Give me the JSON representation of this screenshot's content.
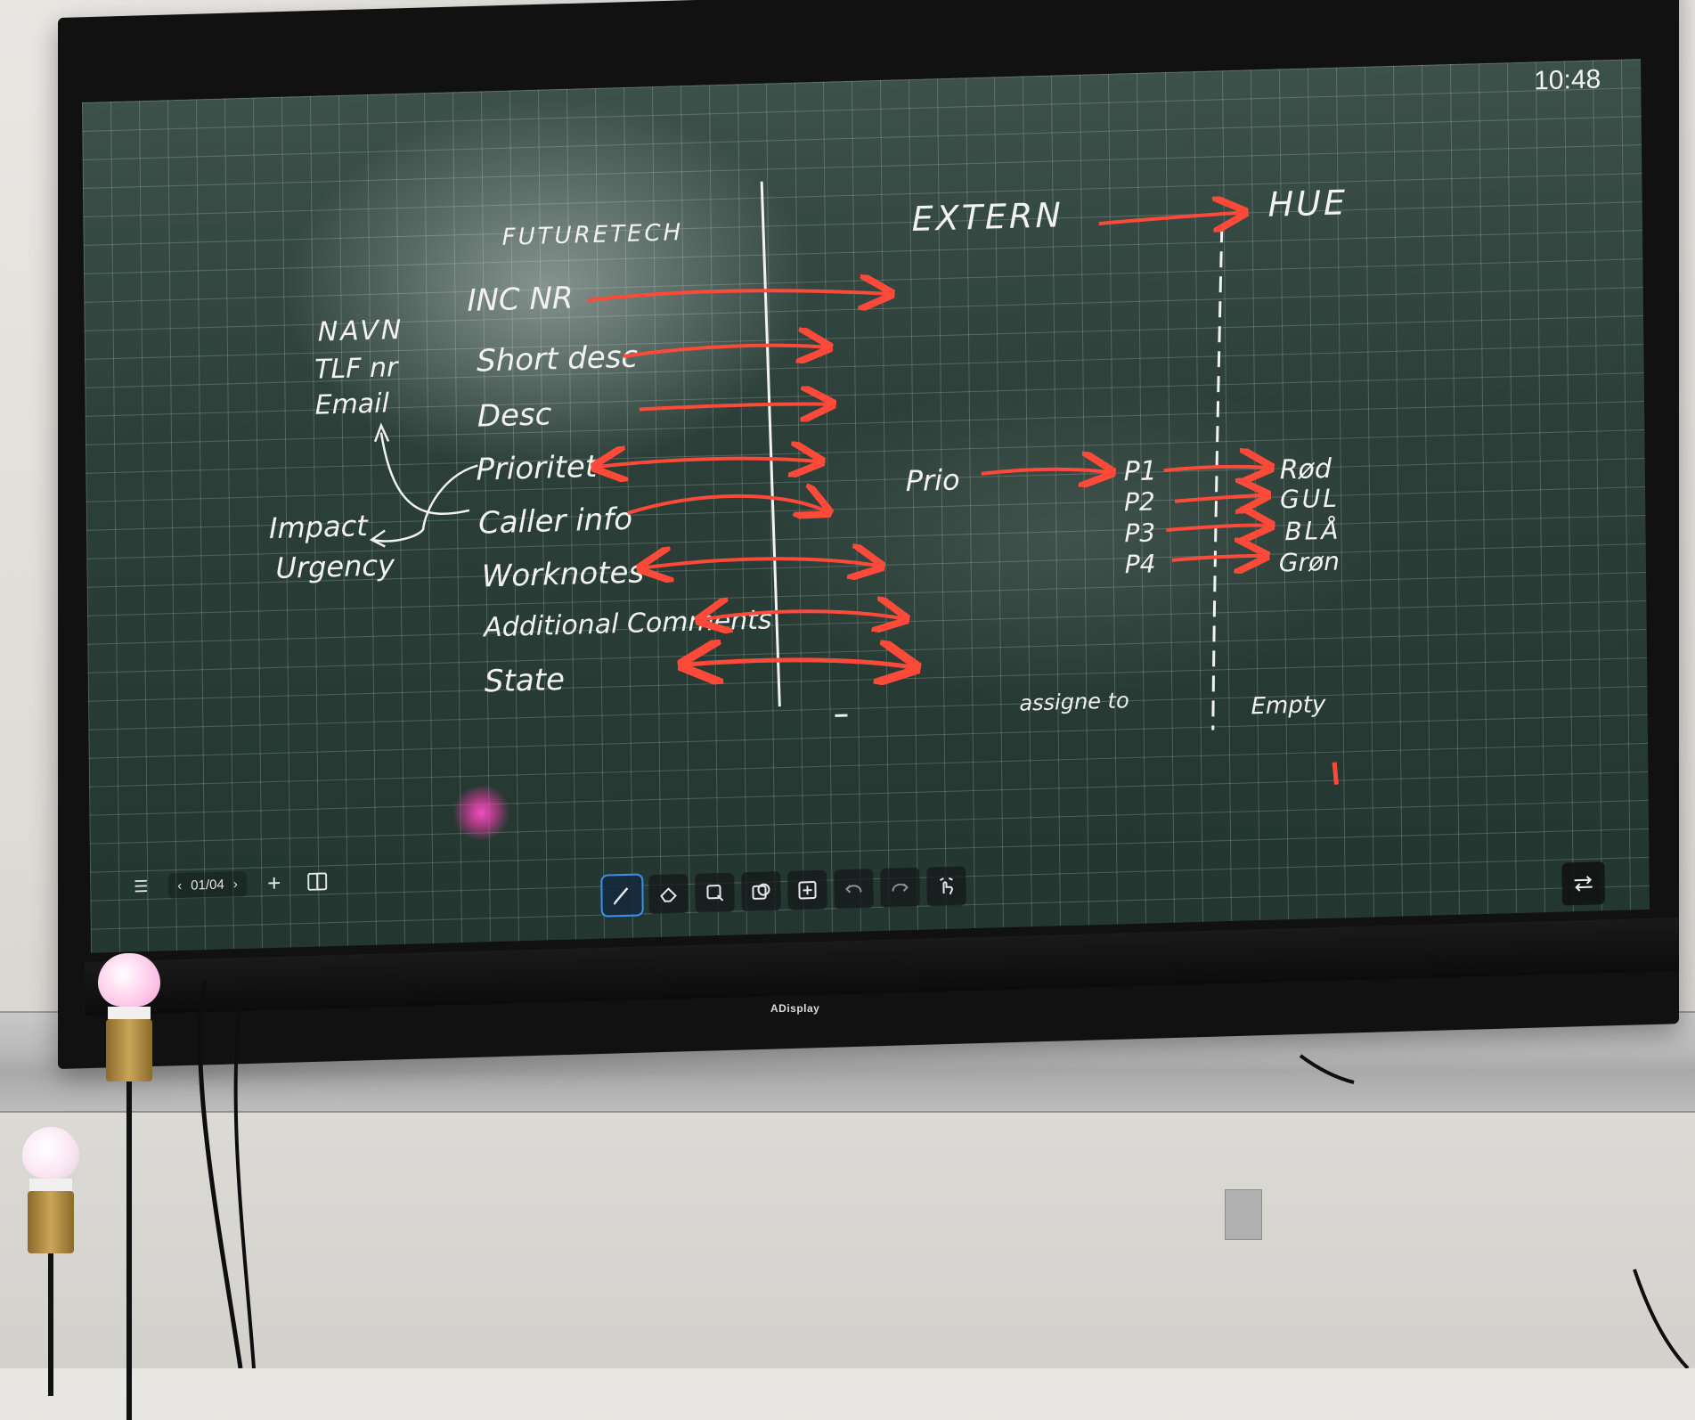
{
  "clock": "10:48",
  "brand": "ADisplay",
  "board": {
    "col_left_heading": "FUTURETECH",
    "col_right_heading": "EXTERN",
    "hue_label": "HUE",
    "fields": [
      "INC NR",
      "Short desc",
      "Desc",
      "Prioritet",
      "Caller info",
      "Worknotes",
      "Additional Comments",
      "State"
    ],
    "caller_details": [
      "NAVN",
      "TLF nr",
      "Email"
    ],
    "priority_inputs": [
      "Impact",
      "Urgency"
    ],
    "prio_label": "Prio",
    "priorities": [
      "P1",
      "P2",
      "P3",
      "P4"
    ],
    "colors": [
      "Rød",
      "GUL",
      "BLÅ",
      "Grøn"
    ],
    "assigned_to": "assigne to",
    "empty_label": "Empty"
  },
  "toolbar": {
    "menu_icon": "menu-icon",
    "page_indicator": "01/04",
    "tools": [
      "pen-icon",
      "eraser-icon",
      "select-icon",
      "shapes-icon",
      "insert-icon",
      "undo-icon",
      "redo-icon",
      "gesture-icon"
    ],
    "swap_icon": "swap-icon"
  },
  "ink_colors": {
    "white": "#f2f2f2",
    "red": "#ff4a3a"
  }
}
